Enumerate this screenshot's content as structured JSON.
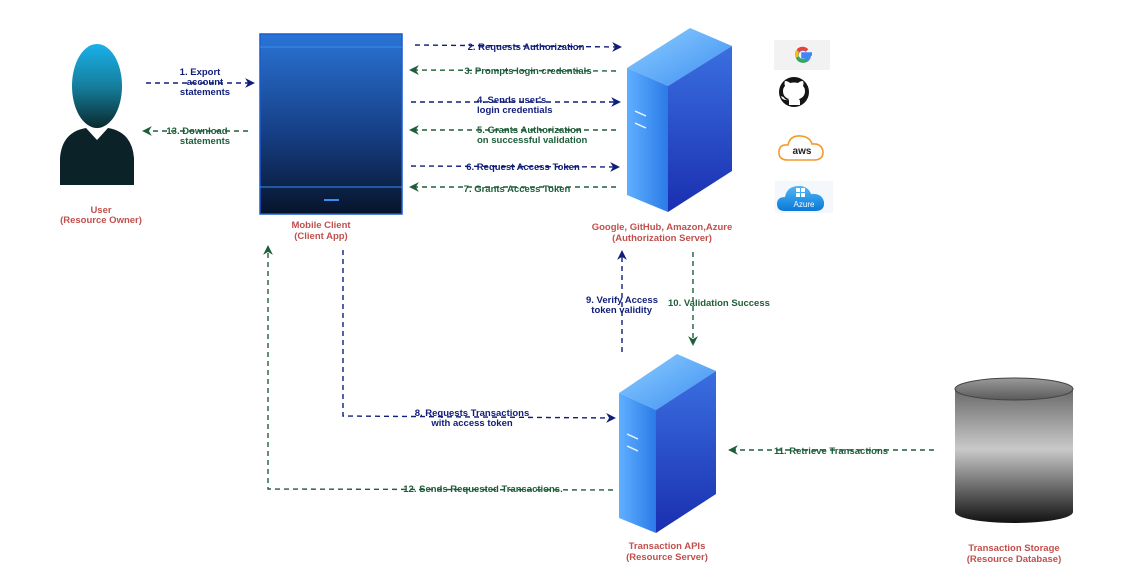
{
  "nodes": {
    "user": {
      "name": "User",
      "role": "(Resource Owner)"
    },
    "mobile": {
      "name": "Mobile Client",
      "role": "(Client App)"
    },
    "auth": {
      "name": "Google, GitHub, Amazon,Azure",
      "role": "(Authorization  Server)"
    },
    "api": {
      "name": "Transaction APIs",
      "role": "(Resource Server)"
    },
    "storage": {
      "name": "Transaction Storage",
      "role": "(Resource Database)"
    }
  },
  "providers": {
    "google": "google-logo",
    "github": "github-logo",
    "aws": {
      "icon": "aws-cloud-icon",
      "text": "aws"
    },
    "azure": {
      "icon": "azure-cloud-icon",
      "text": "Azure"
    }
  },
  "steps": {
    "s1": [
      "1. Export",
      "account",
      "statements"
    ],
    "s2": "2. Requests Authorization",
    "s3": "3. Prompts login credentials",
    "s4": [
      "4. Sends user's",
      "login credentials"
    ],
    "s5": [
      "5. Grants Authorization",
      "on successful validation"
    ],
    "s6": "6. Request Access Token",
    "s7": "7. Grants Access Token",
    "s8": [
      "8. Requests Transactions",
      "with access token"
    ],
    "s9": [
      "9. Verify Access",
      "token validity"
    ],
    "s10": "10. Validation Success",
    "s11": "11. Retrieve Transactions",
    "s12": "12. Sends Requested Transactions.",
    "s13": [
      "13. Download",
      "statements"
    ]
  },
  "colors": {
    "request_arrow": "#101e7a",
    "response_arrow": "#1f5e3a",
    "node_label": "#c0504d",
    "server_blue": "#2a6fe8"
  }
}
